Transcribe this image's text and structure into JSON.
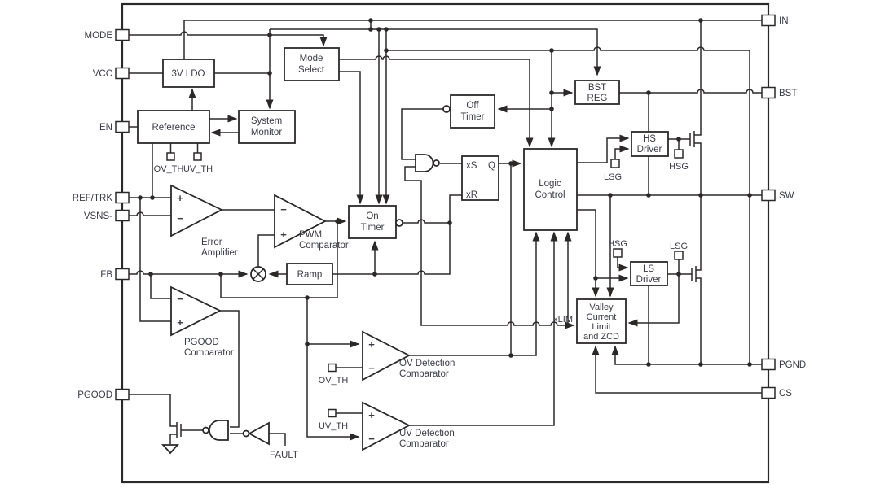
{
  "diagram": {
    "title": "DC-DC converter functional block diagram",
    "colors": {
      "line": "#2b2828",
      "text": "#3a3b48"
    },
    "pins_left": [
      {
        "label": "MODE"
      },
      {
        "label": "VCC"
      },
      {
        "label": "EN"
      },
      {
        "label": "REF/TRK"
      },
      {
        "label": "VSNS-"
      },
      {
        "label": "FB"
      },
      {
        "label": "PGOOD"
      }
    ],
    "pins_right": [
      {
        "label": "IN"
      },
      {
        "label": "BST"
      },
      {
        "label": "SW"
      },
      {
        "label": "PGND"
      },
      {
        "label": "CS"
      }
    ],
    "blocks": {
      "ldo": "3V LDO",
      "mode_select": [
        "Mode",
        "Select"
      ],
      "reference": "Reference",
      "system_monitor": [
        "System",
        "Monitor"
      ],
      "off_timer": [
        "Off",
        "Timer"
      ],
      "on_timer": [
        "On",
        "Timer"
      ],
      "bst_reg": [
        "BST",
        "REG"
      ],
      "hs_driver": [
        "HS",
        "Driver"
      ],
      "ls_driver": [
        "LS",
        "Driver"
      ],
      "logic_control": [
        "Logic",
        "Control"
      ],
      "valley": [
        "Valley",
        "Current",
        "Limit",
        "and ZCD"
      ],
      "ramp": "Ramp"
    },
    "latch": {
      "s": "xS",
      "r": "xR",
      "q": "Q"
    },
    "comparators": {
      "error": [
        "Error",
        "Amplifier"
      ],
      "pwm": [
        "PWM",
        "Comparator"
      ],
      "pgood": [
        "PGOOD",
        "Comparator"
      ],
      "ov": [
        "OV Detection",
        "Comparator"
      ],
      "uv": [
        "UV Detection",
        "Comparator"
      ]
    },
    "terminals": {
      "ref_ov": "OV_TH",
      "ref_uv": "UV_TH",
      "ovc": "OV_TH",
      "uvc": "UV_TH",
      "hs_lsg": "LSG",
      "hs_hsg": "HSG",
      "ls_hsg": "HSG",
      "ls_lsg": "LSG"
    },
    "signals": {
      "xlim": "xLIM",
      "fault": "FAULT"
    }
  }
}
